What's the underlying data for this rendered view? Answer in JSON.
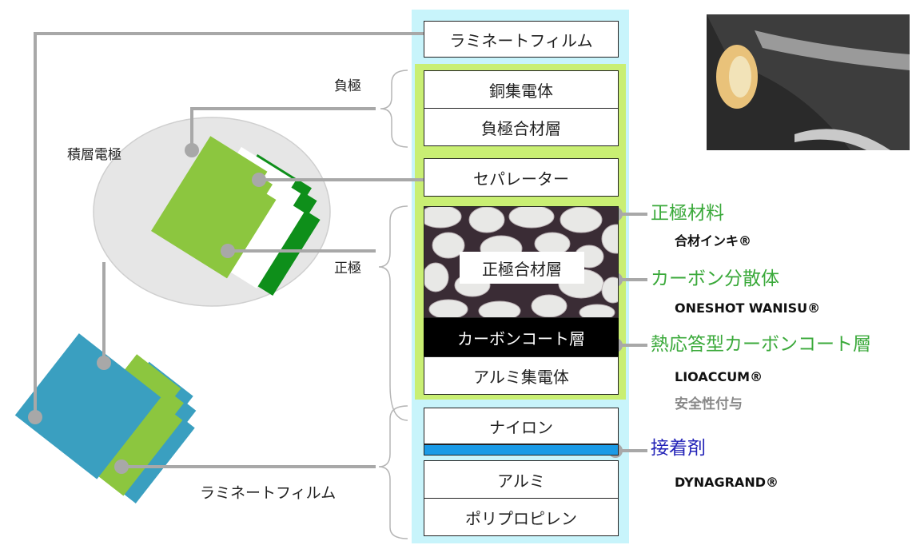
{
  "stack": {
    "top_laminate": "ラミネートフィルム",
    "neg_current_collector": "銅集電体",
    "neg_material_layer": "負極合材層",
    "separator": "セパレーター",
    "pos_material_layer": "正極合材層",
    "carbon_coat_layer": "カーボンコート層",
    "al_current_collector": "アルミ集電体",
    "nylon": "ナイロン",
    "aluminum": "アルミ",
    "polypropylene": "ポリプロピレン"
  },
  "side_labels": {
    "negative": "負極",
    "positive": "正極",
    "stacked_electrode": "積層電極",
    "laminate_film": "ラミネートフィルム"
  },
  "callouts": [
    {
      "title": "正極材料",
      "product": "合材インキ®"
    },
    {
      "title": "カーボン分散体",
      "product": "ONESHOT WANISU®"
    },
    {
      "title": "熱応答型カーボンコート層",
      "product": "LIOACCUM®",
      "note": "安全性付与"
    },
    {
      "title": "接着剤",
      "product": "DYNAGRAND®"
    }
  ],
  "colors": {
    "light_cyan_panel": "#c8f4fb",
    "lime_panel": "#c9ef73",
    "callout_green": "#3aa93a",
    "adhesive_blue": "#2424b8",
    "adhesive_bar": "#1a9ae6",
    "connector_gray": "#a8a8a8",
    "electrode_light_green": "#8cc63f",
    "electrode_dark_green": "#0e8f1a",
    "laminate_teal": "#3a9fc0"
  }
}
